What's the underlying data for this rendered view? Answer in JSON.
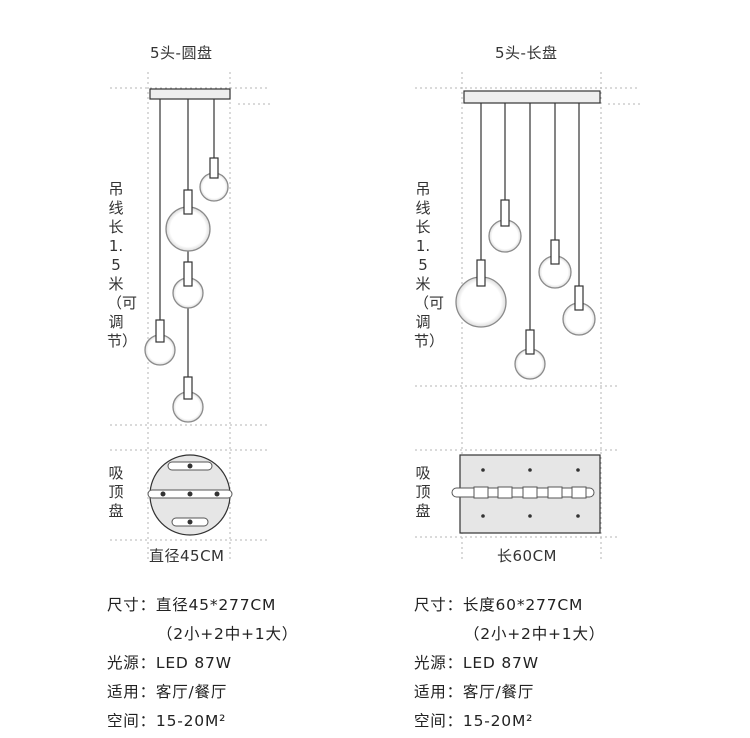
{
  "left": {
    "title": "5头-圆盘",
    "cable_label": "吊线长1.5米（可调节）",
    "canopy_label": "吸顶盘",
    "size_label": "直径45CM",
    "specs": [
      {
        "key": "尺寸：",
        "value": "直径45*277CM"
      },
      {
        "key": "",
        "value": "（2小+2中+1大）"
      },
      {
        "key": "光源：",
        "value": "LED 87W"
      },
      {
        "key": "适用：",
        "value": "客厅/餐厅"
      },
      {
        "key": "空间：",
        "value": "15-20M²"
      }
    ]
  },
  "right": {
    "title": "5头-长盘",
    "cable_label": "吊线长1.5米（可调节）",
    "canopy_label": "吸顶盘",
    "size_label": "长60CM",
    "specs": [
      {
        "key": "尺寸：",
        "value": "长度60*277CM"
      },
      {
        "key": "",
        "value": "（2小+2中+1大）"
      },
      {
        "key": "光源：",
        "value": "LED 87W"
      },
      {
        "key": "适用：",
        "value": "客厅/餐厅"
      },
      {
        "key": "空间：",
        "value": "15-20M²"
      }
    ]
  },
  "colors": {
    "line": "#333333",
    "ring": "#8a8a8a",
    "dash": "#b5b5b5",
    "canopy_fill": "#e6e6e6"
  }
}
